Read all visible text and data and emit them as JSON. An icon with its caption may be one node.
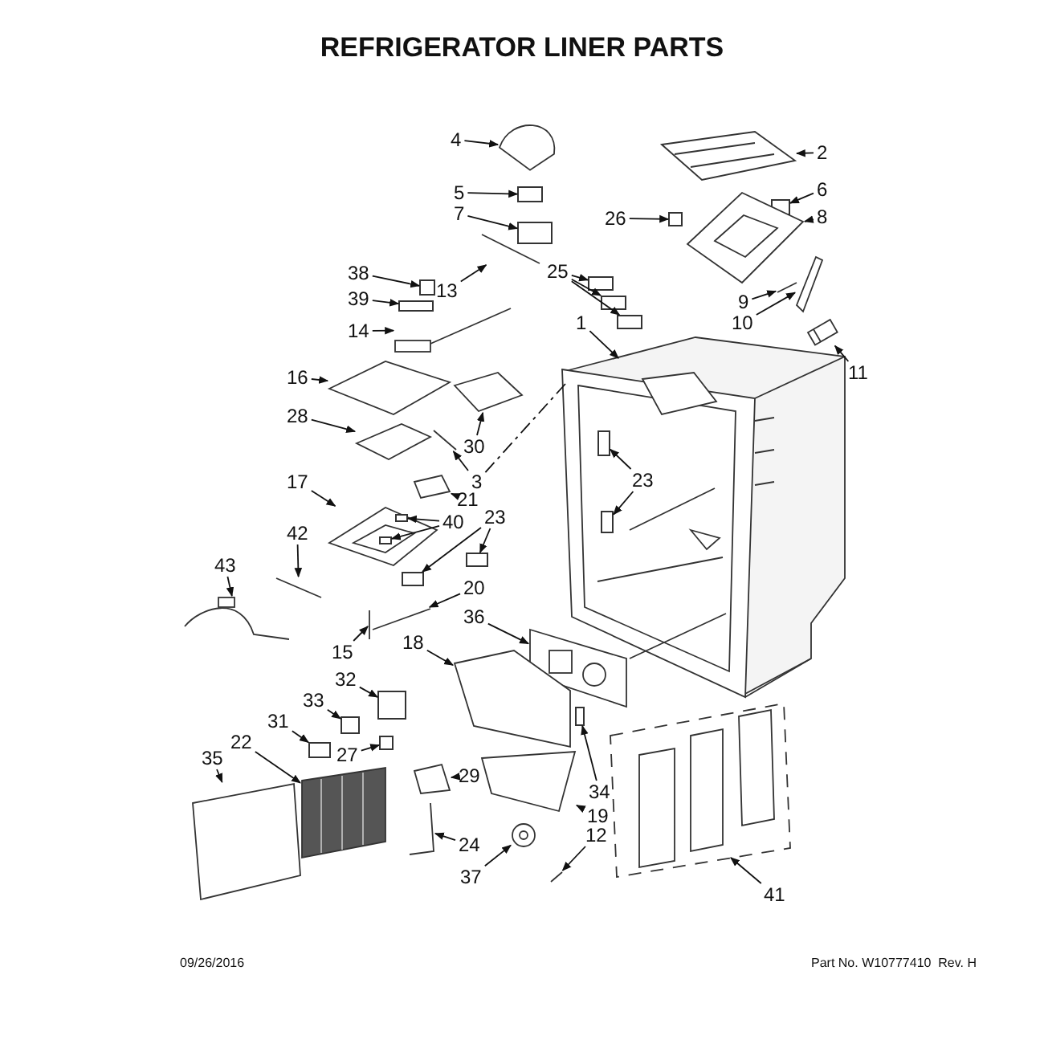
{
  "diagram": {
    "title": "REFRIGERATOR LINER PARTS",
    "nodes": [
      {
        "text": [],
        "shape": "picture"
      },
      {
        "text": [
          "4"
        ]
      },
      {
        "text": [
          "2"
        ]
      },
      {
        "text": [
          "5"
        ]
      },
      {
        "text": [
          "6"
        ]
      },
      {
        "text": [
          "7"
        ]
      },
      {
        "text": [
          "8"
        ]
      },
      {
        "text": [
          "26"
        ]
      },
      {
        "text": [
          "25"
        ]
      },
      {
        "text": [
          "13"
        ]
      },
      {
        "text": [
          "38"
        ]
      },
      {
        "text": [
          "39"
        ]
      },
      {
        "text": [
          "9"
        ]
      },
      {
        "text": [
          "10"
        ]
      },
      {
        "text": [
          "14"
        ]
      },
      {
        "text": [
          "1"
        ]
      },
      {
        "text": [
          "11"
        ]
      },
      {
        "text": [
          "16"
        ]
      },
      {
        "text": [
          "30"
        ]
      },
      {
        "text": [
          "28"
        ]
      },
      {
        "text": [
          "3"
        ]
      },
      {
        "text": [
          "17"
        ]
      },
      {
        "text": [
          "21"
        ]
      },
      {
        "text": [
          "40"
        ]
      },
      {
        "text": [
          "23"
        ]
      },
      {
        "text": [
          "23"
        ],
        "in": 0
      },
      {
        "text": [
          "42"
        ]
      },
      {
        "text": [
          "43"
        ]
      },
      {
        "text": [
          "20"
        ]
      },
      {
        "text": [
          "15"
        ]
      },
      {
        "text": [
          "36"
        ]
      },
      {
        "text": [
          "18"
        ]
      },
      {
        "text": [
          "32"
        ]
      },
      {
        "text": [
          "33"
        ]
      },
      {
        "text": [
          "31"
        ]
      },
      {
        "text": [
          "22"
        ]
      },
      {
        "text": [
          "35"
        ]
      },
      {
        "text": [
          "27"
        ]
      },
      {
        "text": [
          "29"
        ]
      },
      {
        "text": [
          "34"
        ]
      },
      {
        "text": [
          "19"
        ]
      },
      {
        "text": [
          "12"
        ]
      },
      {
        "text": [
          "24"
        ]
      },
      {
        "text": [
          "37"
        ]
      },
      {
        "text": [
          "41"
        ]
      },
      {
        "text": [],
        "shape": "box",
        "in": 0
      },
      {
        "text": [],
        "shape": "box",
        "in": 0
      },
      {
        "text": [],
        "shape": "picture"
      },
      {
        "text": [],
        "shape": "picture"
      },
      {
        "text": [],
        "shape": "box"
      },
      {
        "text": [],
        "shape": "box"
      },
      {
        "text": [],
        "shape": "box"
      },
      {
        "text": [],
        "shape": "picture"
      },
      {
        "text": [],
        "shape": "box"
      },
      {
        "text": [],
        "shape": "box"
      },
      {
        "text": [],
        "shape": "box"
      },
      {
        "text": [],
        "shape": "box"
      },
      {
        "text": [],
        "shape": "picture"
      },
      {
        "text": [],
        "shape": "box"
      },
      {
        "text": [],
        "shape": "box"
      },
      {
        "text": [],
        "shape": "picture"
      },
      {
        "text": [],
        "shape": "picture"
      },
      {
        "text": [],
        "shape": "picture"
      },
      {
        "text": [],
        "shape": "picture"
      },
      {
        "text": [],
        "shape": "picture"
      },
      {
        "text": [],
        "shape": "picture"
      },
      {
        "text": [],
        "shape": "picture"
      },
      {
        "text": [],
        "shape": "picture"
      },
      {
        "text": [],
        "shape": "picture"
      },
      {
        "text": [],
        "shape": "box",
        "in": 68
      },
      {
        "text": [],
        "shape": "box",
        "in": 68
      },
      {
        "text": [],
        "shape": "picture"
      },
      {
        "text": [],
        "shape": "box"
      },
      {
        "text": [],
        "shape": "box"
      },
      {
        "text": [],
        "shape": "picture"
      },
      {
        "text": [],
        "shape": "picture"
      },
      {
        "text": [],
        "shape": "picture"
      },
      {
        "text": [],
        "shape": "picture"
      },
      {
        "text": [],
        "shape": "picture"
      },
      {
        "text": [],
        "shape": "picture"
      },
      {
        "text": [],
        "shape": "box"
      },
      {
        "text": [],
        "shape": "box"
      },
      {
        "text": [],
        "shape": "box"
      },
      {
        "text": [],
        "shape": "picture"
      },
      {
        "text": [],
        "shape": "picture"
      },
      {
        "text": [],
        "shape": "box"
      },
      {
        "text": [],
        "shape": "picture"
      },
      {
        "text": [],
        "shape": "box"
      },
      {
        "text": [],
        "shape": "picture"
      },
      {
        "text": [],
        "shape": "picture"
      },
      {
        "text": [],
        "shape": "picture"
      },
      {
        "text": [],
        "shape": "picture"
      },
      {
        "text": [],
        "shape": "picture"
      }
    ],
    "edges": [
      {
        "from": 1,
        "to": 47,
        "arrow": "to"
      },
      {
        "from": 2,
        "to": 48,
        "arrow": "to"
      },
      {
        "from": 3,
        "to": 49,
        "arrow": "to"
      },
      {
        "from": 4,
        "to": 50,
        "arrow": "to"
      },
      {
        "from": 5,
        "to": 51,
        "arrow": "to"
      },
      {
        "from": 6,
        "to": 52,
        "arrow": "to"
      },
      {
        "from": 7,
        "to": 53,
        "arrow": "to"
      },
      {
        "from": 8,
        "to": 54,
        "arrow": "to"
      },
      {
        "from": 8,
        "to": 55,
        "arrow": "to"
      },
      {
        "from": 8,
        "to": 56,
        "arrow": "to"
      },
      {
        "from": 9,
        "to": 57,
        "arrow": "to"
      },
      {
        "from": 10,
        "to": 58,
        "arrow": "to"
      },
      {
        "from": 11,
        "to": 59,
        "arrow": "to"
      },
      {
        "from": 12,
        "to": 60,
        "arrow": "to"
      },
      {
        "from": 13,
        "to": 61,
        "arrow": "to"
      },
      {
        "from": 14,
        "to": 63,
        "arrow": "to"
      },
      {
        "from": 15,
        "to": 0,
        "arrow": "to"
      },
      {
        "from": 16,
        "to": 62,
        "arrow": "to"
      },
      {
        "from": 17,
        "to": 64,
        "arrow": "to"
      },
      {
        "from": 18,
        "to": 65,
        "arrow": "to"
      },
      {
        "from": 19,
        "to": 66,
        "arrow": "to"
      },
      {
        "from": 20,
        "to": 67,
        "arrow": "to"
      },
      {
        "from": 20,
        "to": 0,
        "arrow": "none",
        "style": "dashed"
      },
      {
        "from": 21,
        "to": 68,
        "arrow": "to"
      },
      {
        "from": 22,
        "to": 71,
        "arrow": "to"
      },
      {
        "from": 23,
        "to": 69,
        "arrow": "to"
      },
      {
        "from": 23,
        "to": 70,
        "arrow": "to"
      },
      {
        "from": 24,
        "to": 72,
        "arrow": "to"
      },
      {
        "from": 24,
        "to": 73,
        "arrow": "to"
      },
      {
        "from": 25,
        "to": 45,
        "arrow": "to"
      },
      {
        "from": 25,
        "to": 46,
        "arrow": "to"
      },
      {
        "from": 26,
        "to": 74,
        "arrow": "to"
      },
      {
        "from": 27,
        "to": 75,
        "arrow": "to"
      },
      {
        "from": 28,
        "to": 76,
        "arrow": "to"
      },
      {
        "from": 29,
        "to": 77,
        "arrow": "to"
      },
      {
        "from": 30,
        "to": 78,
        "arrow": "to"
      },
      {
        "from": 31,
        "to": 79,
        "arrow": "to"
      },
      {
        "from": 32,
        "to": 80,
        "arrow": "to"
      },
      {
        "from": 33,
        "to": 81,
        "arrow": "to"
      },
      {
        "from": 34,
        "to": 82,
        "arrow": "to"
      },
      {
        "from": 35,
        "to": 83,
        "arrow": "to"
      },
      {
        "from": 36,
        "to": 84,
        "arrow": "to"
      },
      {
        "from": 37,
        "to": 85,
        "arrow": "to"
      },
      {
        "from": 38,
        "to": 86,
        "arrow": "to"
      },
      {
        "from": 39,
        "to": 87,
        "arrow": "to"
      },
      {
        "from": 40,
        "to": 88,
        "arrow": "to"
      },
      {
        "from": 41,
        "to": 89,
        "arrow": "to"
      },
      {
        "from": 42,
        "to": 90,
        "arrow": "to"
      },
      {
        "from": 43,
        "to": 91,
        "arrow": "to"
      },
      {
        "from": 44,
        "to": 92,
        "arrow": "to"
      }
    ],
    "labels": [
      "09/26/2016",
      "Part No. W10777410  Rev. H"
    ]
  }
}
